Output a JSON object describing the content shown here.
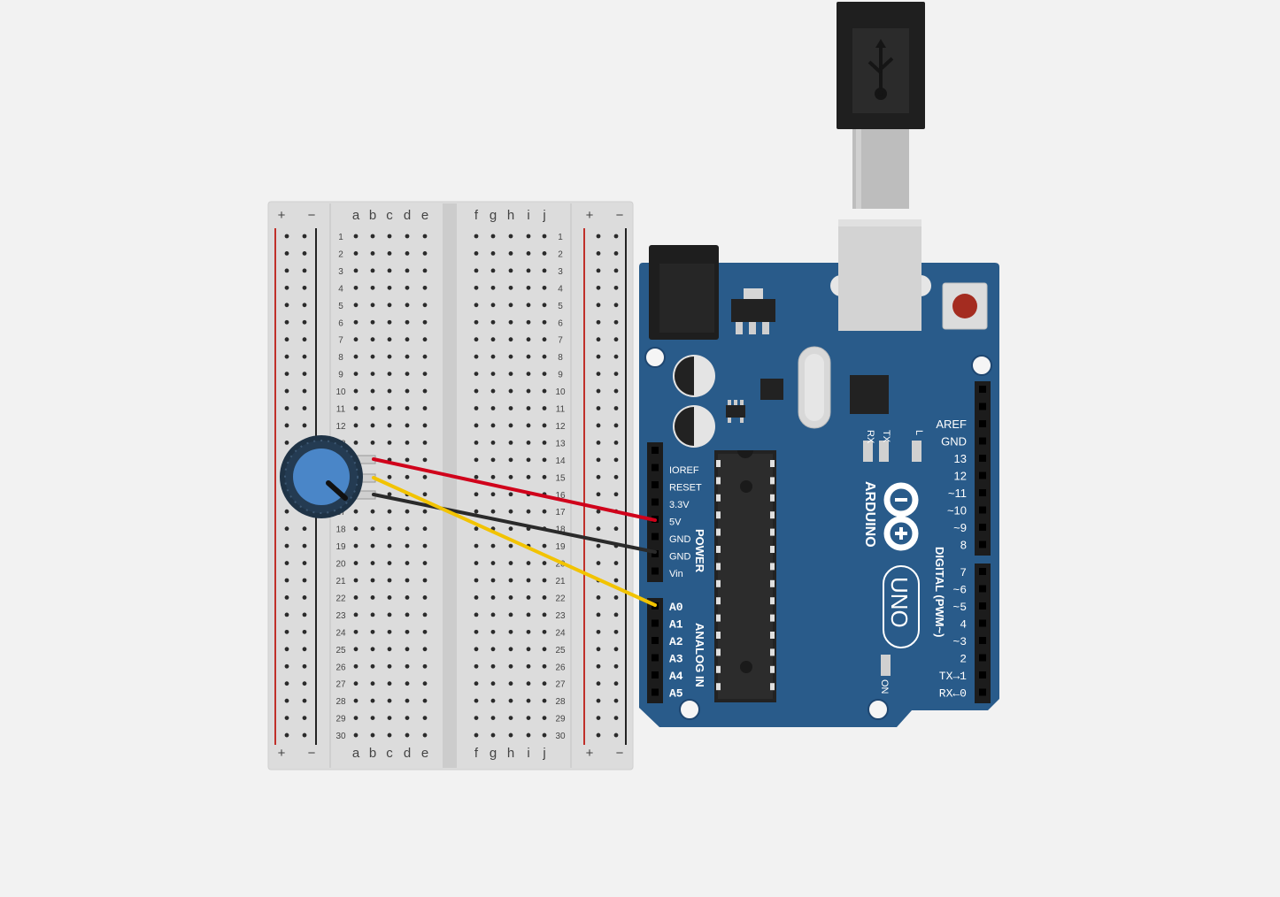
{
  "breadboard": {
    "rail_plus": "+",
    "rail_minus": "−",
    "columns_left": [
      "a",
      "b",
      "c",
      "d",
      "e"
    ],
    "columns_right": [
      "f",
      "g",
      "h",
      "i",
      "j"
    ],
    "row_count": 30
  },
  "potentiometer": {
    "knob_color": "#4a86c8"
  },
  "wires": [
    {
      "name": "wire-red-5v",
      "color": "#d0021b"
    },
    {
      "name": "wire-black-gnd",
      "color": "#2a2a2a"
    },
    {
      "name": "wire-yellow-a0",
      "color": "#f2c300"
    }
  ],
  "arduino": {
    "board_color": "#295b8a",
    "brand": "ARDUINO",
    "model": "UNO",
    "power_header_label": "POWER",
    "analog_header_label": "ANALOG IN",
    "digital_header_label": "DIGITAL (PWM~)",
    "power_pins": [
      "IOREF",
      "RESET",
      "3.3V",
      "5V",
      "GND",
      "GND",
      "Vin"
    ],
    "analog_pins": [
      "A0",
      "A1",
      "A2",
      "A3",
      "A4",
      "A5"
    ],
    "digital_pins_top": [
      "AREF",
      "GND",
      "13",
      "12",
      "~11",
      "~10",
      "~9",
      "8"
    ],
    "digital_pins_bottom": [
      "7",
      "~6",
      "~5",
      "4",
      "~3",
      "2",
      "TX→1",
      "RX←0"
    ],
    "led_labels": [
      "RX",
      "TX",
      "L"
    ],
    "on_label": "ON"
  }
}
